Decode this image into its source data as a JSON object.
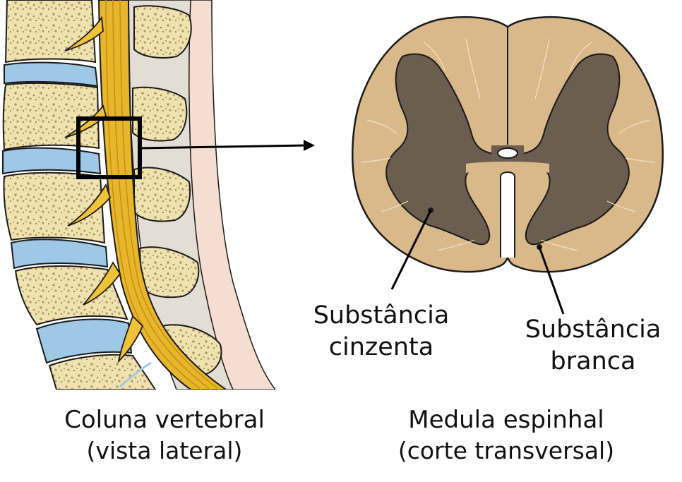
{
  "left_panel": {
    "title": "Coluna vertebral",
    "subtitle": "(vista lateral)"
  },
  "right_panel": {
    "title": "Medula espinhal",
    "subtitle": "(corte transversal)"
  },
  "labels": {
    "gray_matter": [
      "Substância",
      "cinzenta"
    ],
    "white_matter": [
      "Substância",
      "branca"
    ]
  },
  "colors": {
    "bone": "#efe2b0",
    "bone_dots": "#b39a5c",
    "disc": "#9fc7e6",
    "spinal_cord": "#e8b62a",
    "nerve": "#f0c23a",
    "white_matter": "#d9b98a",
    "gray_matter": "#6b5d4f",
    "skin": "#f6ddd2",
    "outline": "#1a1a1a"
  },
  "icons": {
    "zoom_box": "magnify-square",
    "arrow": "right-arrow"
  }
}
